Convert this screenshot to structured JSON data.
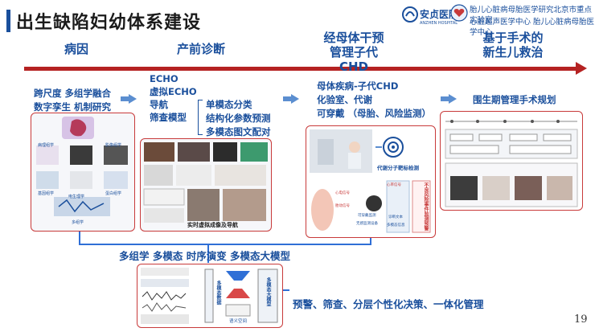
{
  "title": "出生缺陷妇幼体系建设",
  "header": {
    "logo_text": "安贞医院",
    "logo_sub": "ANZHEN HOSPITAL",
    "line1": "胎儿心脏病母胎医学研究北京市重点实验室",
    "line2": "心脏超声医学中心  胎儿心脏病母胎医学中心"
  },
  "stages": {
    "s1": "病因",
    "s2": "产前诊断",
    "s3_line1": "经母体干预",
    "s3_line2": "管理子代",
    "s3_line3": "CHD",
    "s4_line1": "基于手术的",
    "s4_line2": "新生儿救治"
  },
  "col1": {
    "line1": "跨尺度 多组学融合",
    "line2": "数字孪生 机制研究"
  },
  "col2": {
    "items": [
      "ECHO",
      "虚拟ECHO",
      "导航",
      "筛查模型"
    ],
    "sub": [
      "单模态分类",
      "结构化参数预测",
      "多模态图文配对"
    ]
  },
  "col3": {
    "line1": "母体疾病-子代CHD",
    "line2": "化验室、代谢",
    "line3": "可穿戴 （母胎、风险监测）",
    "metabolic": "代谢分子靶标检测",
    "vertical": "不良风险事件监测预警",
    "labels": [
      "心电信号",
      "心率信号",
      "可穿戴监测",
      "胎动信号",
      "无感监测设备",
      "诊断文本",
      "多模态信息"
    ]
  },
  "col4": {
    "heading": "围生期管理手术规划"
  },
  "panel1_labels": [
    "病理组学",
    "影像组学",
    "基因组学",
    "蛋白组学",
    "电生理学",
    "多组学"
  ],
  "panel2_labels": [
    "实时虚拟成像及导航"
  ],
  "bottom_caption": "多组学 多模态 时序演变 多模态大模型",
  "bottom_panel": {
    "label1": "多模态数据",
    "label2": "多模态大模型",
    "label3": "语义空间"
  },
  "bottom_right": "预警、筛查、分层个性化决策、一体化管理",
  "page_number": "19",
  "colors": {
    "accent": "#1a4f9c",
    "timeline": "#b52222",
    "panel_border": "#c83a3a",
    "connector": "#2f6fd6"
  }
}
